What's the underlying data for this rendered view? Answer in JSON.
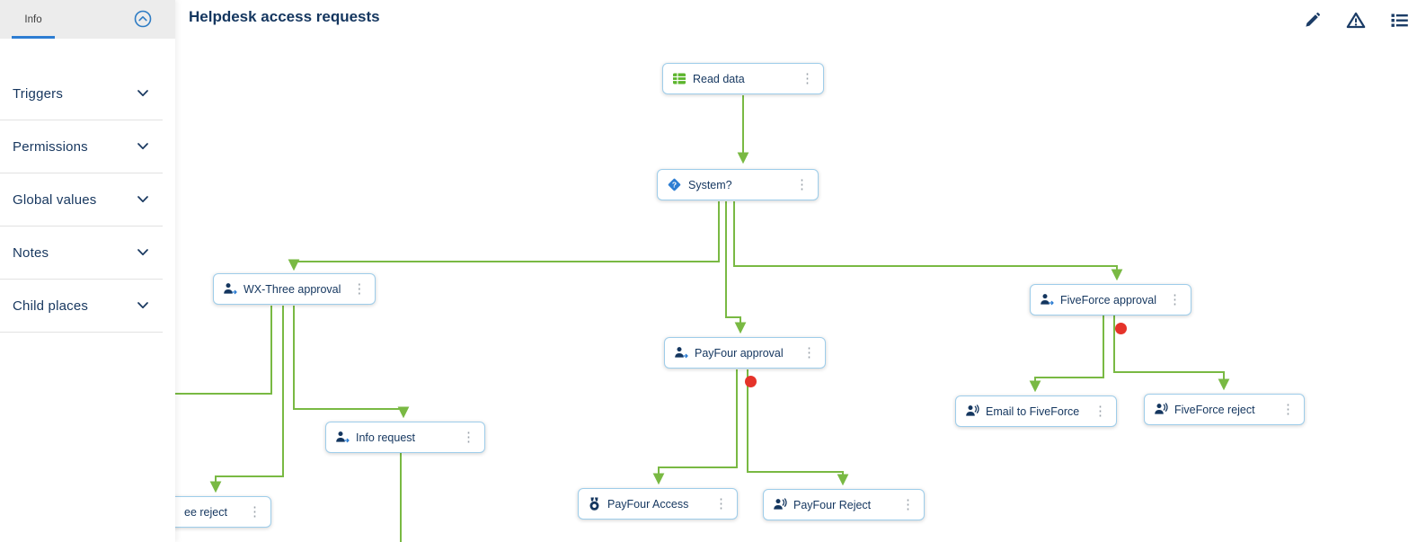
{
  "header": {
    "title": "Helpdesk access requests"
  },
  "toolbar": {
    "icons": [
      {
        "name": "edit-icon"
      },
      {
        "name": "warning-icon"
      },
      {
        "name": "list-icon"
      }
    ]
  },
  "sidebar": {
    "tab_label": "Info",
    "collapse_icon": "chevron-up-circle-icon",
    "items": [
      {
        "label": "Triggers"
      },
      {
        "label": "Permissions"
      },
      {
        "label": "Global values"
      },
      {
        "label": "Notes"
      },
      {
        "label": "Child places"
      }
    ]
  },
  "icons": {
    "kebab": "⋮"
  },
  "canvas": {
    "nodes": [
      {
        "label": "Read data",
        "icon": "table-icon"
      },
      {
        "label": "System?",
        "icon": "decision-icon"
      },
      {
        "label": "WX-Three approval",
        "icon": "person-arrow-icon"
      },
      {
        "label": "FiveForce approval",
        "icon": "person-arrow-icon"
      },
      {
        "label": "PayFour approval",
        "icon": "person-arrow-icon"
      },
      {
        "label": "Info request",
        "icon": "person-arrow-icon"
      },
      {
        "label": "Email to FiveForce",
        "icon": "person-announce-icon"
      },
      {
        "label": "FiveForce reject",
        "icon": "person-announce-icon"
      },
      {
        "label": "PayFour Access",
        "icon": "medal-icon"
      },
      {
        "label": "PayFour Reject",
        "icon": "person-announce-icon"
      },
      {
        "label": "ee reject",
        "icon": "clipped"
      }
    ],
    "error_indicators": 2,
    "colors": {
      "connector_green": "#79b943",
      "node_border_blue": "#9ecdea",
      "text_navy": "#14365f",
      "error_red": "#e5332a",
      "accent_blue": "#2d7dd2",
      "icon_green": "#5cb52d"
    }
  }
}
